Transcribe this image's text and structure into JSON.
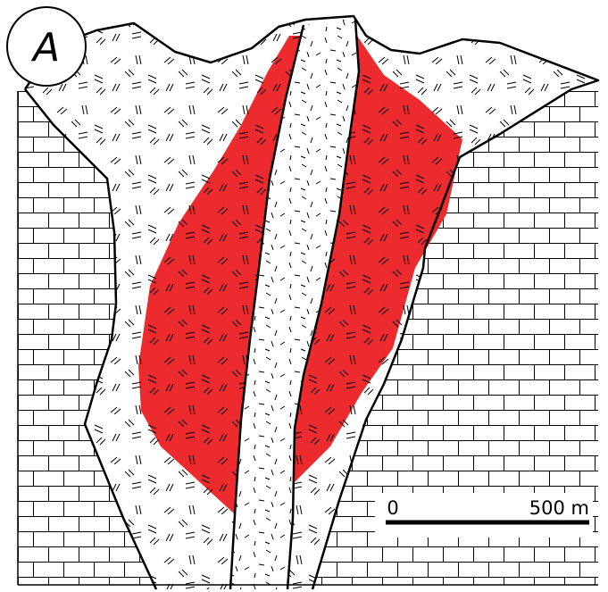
{
  "panel_label": "A",
  "scale_bar": {
    "zero_label": "0",
    "end_label": "500 m"
  },
  "colors": {
    "ore_zone": "#ed2b2e",
    "outline": "#000000",
    "background": "#ffffff"
  },
  "units": [
    {
      "name": "host-rock-limestone",
      "pattern": "brick"
    },
    {
      "name": "porphyry-stock",
      "pattern": "paired-dashes"
    },
    {
      "name": "ore-zone",
      "pattern": "red-fill"
    },
    {
      "name": "dike",
      "pattern": "scattered-dashes"
    }
  ]
}
